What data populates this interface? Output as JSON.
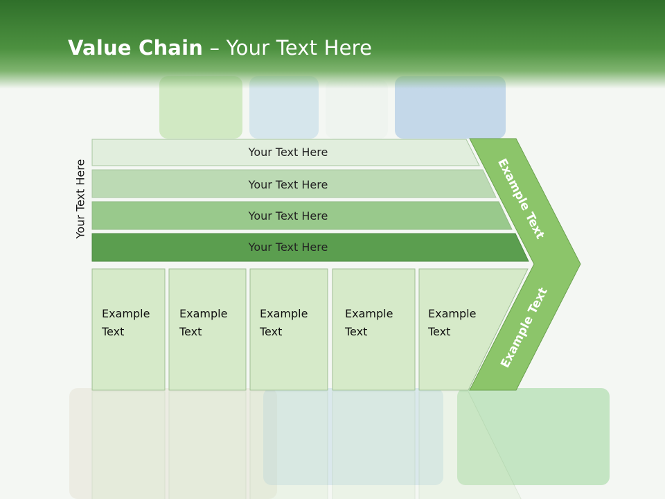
{
  "slide": {
    "title_bold": "Value Chain",
    "title_rest": " – Your Text Here",
    "side_label": "Your Text Here"
  },
  "bars": [
    {
      "label": "Your Text Here",
      "color": "#e1eedd"
    },
    {
      "label": "Your Text Here",
      "color": "#bcdab4"
    },
    {
      "label": "Your Text Here",
      "color": "#99c98c"
    },
    {
      "label": "Your Text Here",
      "color": "#5b9e4f"
    }
  ],
  "boxes": [
    {
      "line1": "Example",
      "line2": "Text"
    },
    {
      "line1": "Example",
      "line2": "Text"
    },
    {
      "line1": "Example",
      "line2": "Text"
    },
    {
      "line1": "Example",
      "line2": "Text"
    },
    {
      "line1": "Example",
      "line2": "Text"
    }
  ],
  "chevron": {
    "top_label": "Example Text",
    "bottom_label": "Example Text",
    "color": "#8cc56a"
  },
  "colors": {
    "header_dark": "#2f6f2a",
    "box_fill": "#d6eac9",
    "box_stroke": "#9fbf93"
  }
}
